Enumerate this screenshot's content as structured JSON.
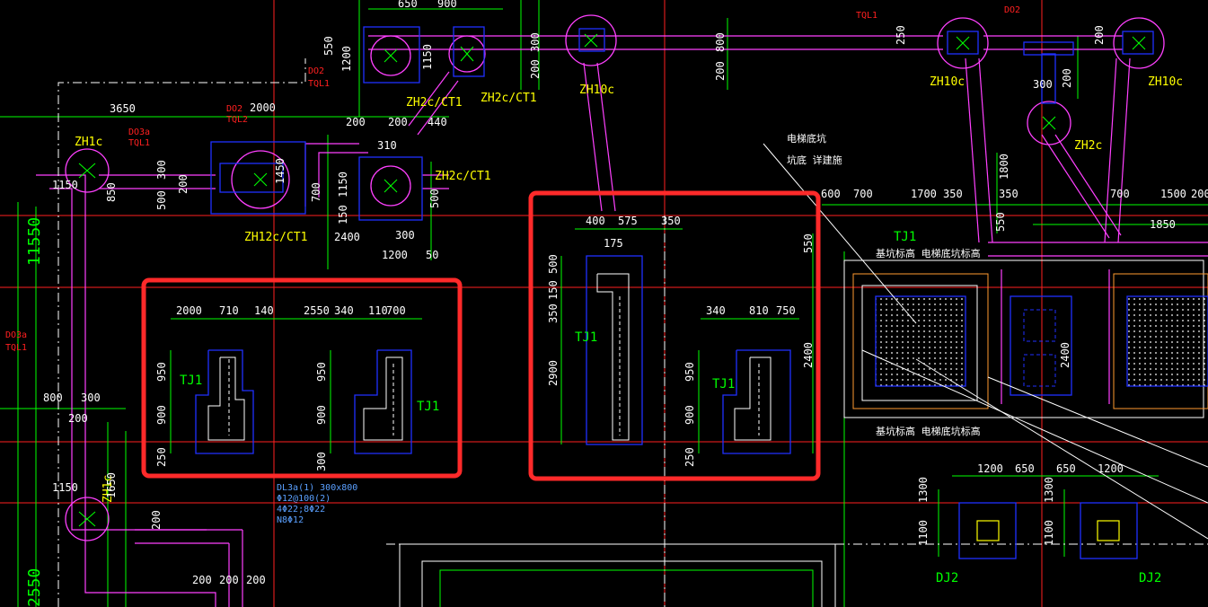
{
  "drawing": {
    "background": "#000000",
    "colors": {
      "axis": "#ff2020",
      "dim": "#00ff00",
      "wall": "#2030ff",
      "beam": "#ff40ff",
      "text": "#ffffff",
      "label": "#ffff00",
      "highlight": "#ff2a2a"
    }
  },
  "labels": {
    "zh1c_top": "ZH1c",
    "zh1c_bottom": "ZH1c",
    "zh12c": "ZH12c/CT1",
    "zh2c_ct1_a": "ZH2c/CT1",
    "zh2c_ct1_b": "ZH2c/CT1",
    "zh2c_ct1_c": "ZH2c/CT1",
    "zh10c_a": "ZH10c",
    "zh10c_b": "ZH10c",
    "zh10c_c": "ZH10c",
    "zh2c": "ZH2c",
    "tj1_a": "TJ1",
    "tj1_b": "TJ1",
    "tj1_c": "TJ1",
    "tj1_d": "TJ1",
    "tj1_e": "TJ1",
    "dj2_a": "DJ2",
    "dj2_b": "DJ2",
    "do2_a": "DO2",
    "tql2_a": "TQL2",
    "do2_b": "DO2",
    "tql1_a": "TQL1",
    "do3a_a": "DO3a",
    "tql1_b": "TQL1",
    "do3a_b": "DO3a",
    "tql1_c": "TQL1",
    "do2_c": "DO2",
    "tql1_d": "TQL1",
    "elev_pit": "电梯底坑",
    "pit_note": "坑底 详建施",
    "pit_elev_1": "基坑标高 电梯底坑标高",
    "pit_elev_2": "基坑标高 电梯底坑标高",
    "beam_1": "DL3a(1) 300x800",
    "beam_1_b": "Φ12@100(2)",
    "beam_1_c": "4Φ22;8Φ22",
    "beam_1_d": "N8Φ12",
    "big_dim": "11550",
    "big_dim_2": "2550"
  },
  "dims": {
    "d3650": "3650",
    "d2000": "2000",
    "d200a": "200",
    "d200b": "200",
    "d440": "440",
    "d310": "310",
    "d1450": "1450",
    "d700": "700",
    "d1150a": "1150",
    "d150a": "150",
    "d500a": "500",
    "d2400": "2400",
    "d300a": "300",
    "d1200a": "1200",
    "d50": "50",
    "d1150b": "1150",
    "d850": "850",
    "d300b": "300",
    "d500b": "500",
    "d200c": "200",
    "d550": "550",
    "d1200b": "1200",
    "d1150c": "1150",
    "d300c": "300",
    "d200d": "200",
    "d650": "650",
    "d900": "900",
    "d800": "800",
    "d300d": "300",
    "d200e": "200",
    "d1150d": "1150",
    "d1650": "1650",
    "d200f": "200",
    "d200g": "200",
    "d200h": "200",
    "d200i": "200",
    "box1_top": [
      "2000",
      "710",
      "140",
      "2550",
      "340",
      "110",
      "700"
    ],
    "box1_left": [
      "950",
      "900",
      "250"
    ],
    "box1_mid": [
      "950",
      "900",
      "300"
    ],
    "box2_top": [
      "400",
      "575",
      "350"
    ],
    "box2_175": "175",
    "box2_left": [
      "500",
      "350",
      "150",
      "2900"
    ],
    "box2_right_top": [
      "340",
      "810",
      "750"
    ],
    "box2_right_left": [
      "950",
      "900",
      "250"
    ],
    "box2_right_side": [
      "550",
      "2400"
    ],
    "right_top": [
      "600",
      "700",
      "1700",
      "350",
      "350",
      "700",
      "1500",
      "200"
    ],
    "right_1850": "1850",
    "right_1800": "1800",
    "right_300": "300",
    "right_200": "200",
    "right_550": "550",
    "right_2400": "2400",
    "dj_top": [
      "1200",
      "650",
      "650",
      "1200"
    ],
    "dj_left": [
      "1300",
      "1100"
    ],
    "dj_mid": [
      "1300",
      "1100"
    ],
    "top_left": [
      "650",
      "900"
    ],
    "top_550": "550",
    "top_1200": "1200",
    "top_300": "300",
    "top_200": "200",
    "top_150": "150",
    "top_1150": "1150",
    "top_300b": "300",
    "top_200b": "200",
    "top_800": "800",
    "top_200c": "200",
    "top_250": "250",
    "top_200d": "200",
    "top_300c": "300",
    "top_200e": "200",
    "top_200f": "200"
  }
}
